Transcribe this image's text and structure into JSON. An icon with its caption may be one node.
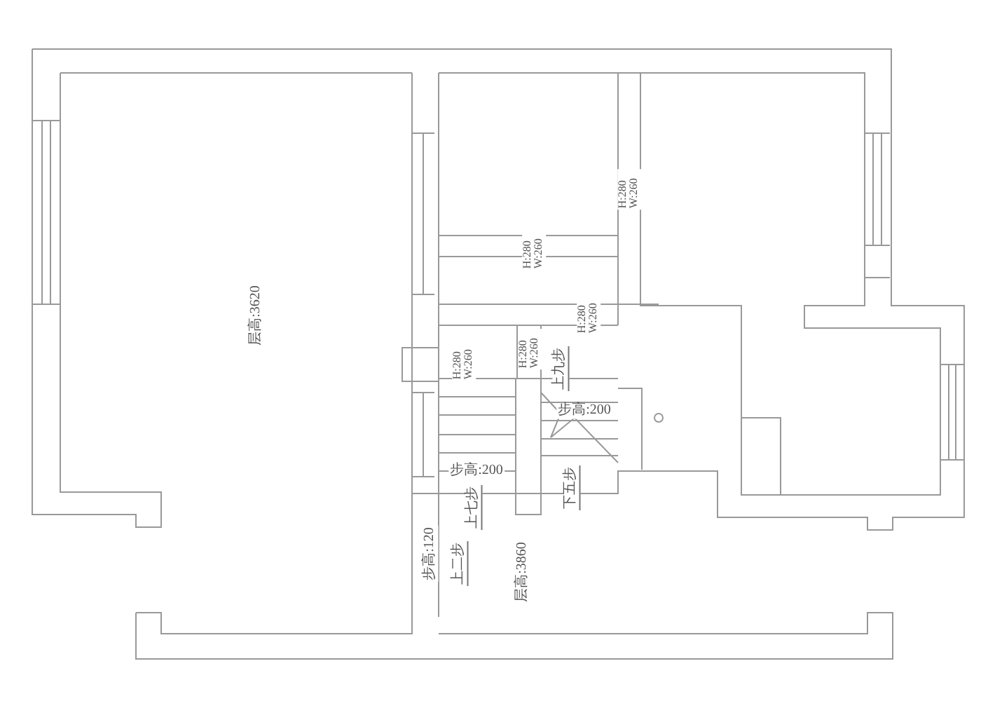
{
  "diagram": {
    "labels": [
      "H:280 W:260",
      "H:280 W:260",
      "层高:3620",
      "H:280 W:260",
      "H:280 W:260",
      "H:280 W:260",
      "上九步",
      "步高:200",
      "步高:200",
      "上七步",
      "下五步",
      "步高:120",
      "上二步",
      "层高:3860"
    ]
  }
}
